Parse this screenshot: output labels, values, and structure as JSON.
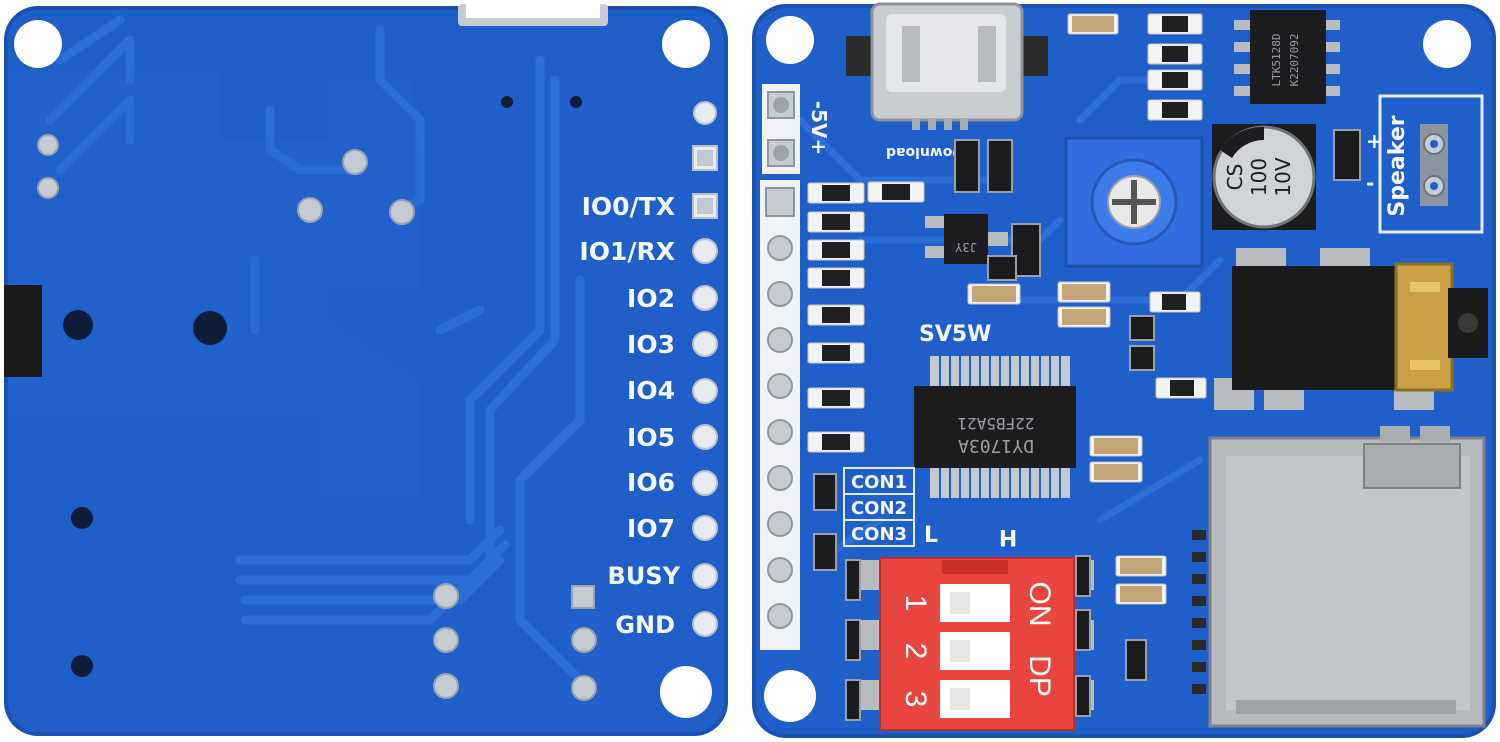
{
  "back_board": {
    "pin_labels": [
      "IO0/TX",
      "IO1/RX",
      "IO2",
      "IO3",
      "IO4",
      "IO5",
      "IO6",
      "IO7",
      "BUSY",
      "GND"
    ]
  },
  "front_board": {
    "power_label": "-5V+",
    "download_label": "Download",
    "module_name": "SV5W",
    "chip_line1": "DY1703A",
    "chip_line2": "22FB5A21",
    "con_labels": [
      "CON1",
      "CON2",
      "CON3"
    ],
    "switch_low": "L",
    "switch_high": "H",
    "dip_numbers": [
      "1",
      "2",
      "3"
    ],
    "dip_on": "ON",
    "dip_dp": "DP",
    "cap_line1": "CS",
    "cap_line2": "100",
    "cap_line3": "10V",
    "speaker_label": "Speaker",
    "speaker_plus": "+",
    "speaker_minus": "-",
    "amp_line1": "LTK5128D",
    "amp_line2": "K2207092",
    "regulator": "J3Y"
  },
  "colors": {
    "pcb_blue": "#1f5fc9",
    "pcb_edge": "#1a52b4",
    "trace_blue": "#2a6fd8",
    "silkscreen": "#f4f7fb",
    "dip_red": "#e8453f",
    "pot_blue": "#2f6fe0",
    "sd_metal": "#b7babd",
    "chip_black": "#1c1c1e"
  }
}
